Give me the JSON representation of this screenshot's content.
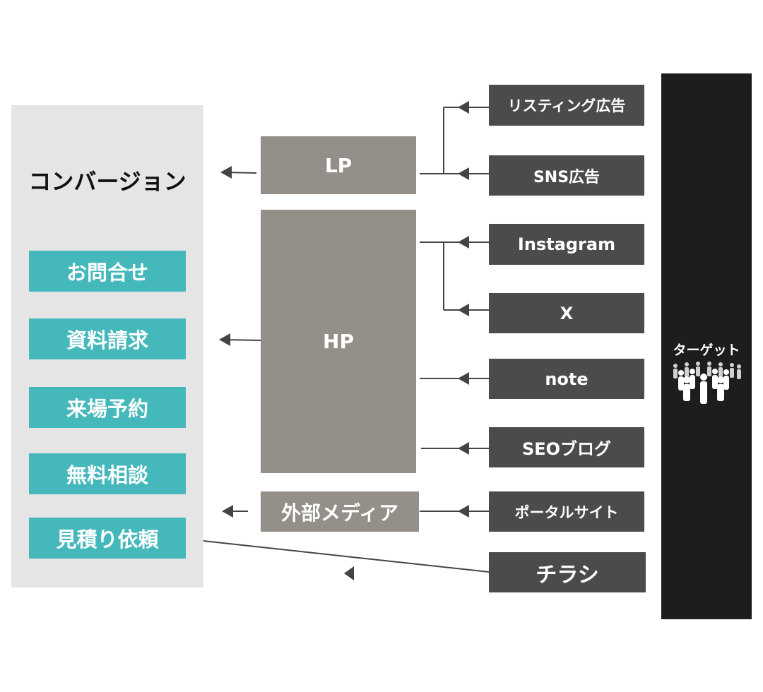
{
  "conversion": {
    "title": "コンバージョン",
    "items": [
      "お問合せ",
      "資料請求",
      "来場予約",
      "無料相談",
      "見積り依頼"
    ]
  },
  "hubs": {
    "lp": "LP",
    "hp": "HP",
    "media": "外部メディア"
  },
  "sources": {
    "listing": "リスティング広告",
    "sns_ads": "SNS広告",
    "instagram": "Instagram",
    "x": "X",
    "note": "note",
    "seo_blog": "SEOブログ",
    "portal": "ポータルサイト",
    "flyer": "チラシ"
  },
  "target": {
    "label": "ターゲット",
    "icon": "people-crowd-icon"
  },
  "colors": {
    "conversion_item": "#45b8bb",
    "hub": "#958f89",
    "source": "#4b4b4b",
    "target_panel": "#1d1d1d",
    "conversion_panel": "#e6e5e6"
  }
}
